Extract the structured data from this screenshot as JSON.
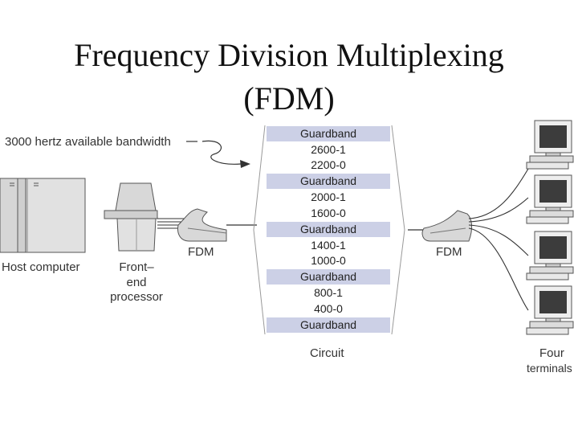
{
  "title_line1": "Frequency Division Multiplexing",
  "title_line2": "(FDM)",
  "labels": {
    "bandwidth": "3000 hertz available bandwidth",
    "host": "Host computer",
    "fep1": "Front–",
    "fep2": "end",
    "fep3": "processor",
    "fdm_left": "FDM",
    "fdm_right": "FDM",
    "circuit": "Circuit",
    "terminals1": "Four",
    "terminals2": "terminals"
  },
  "bands": [
    "Guardband",
    "2600-1",
    "2200-0",
    "Guardband",
    "2000-1",
    "1600-0",
    "Guardband",
    "1400-1",
    "1000-0",
    "Guardband",
    "800-1",
    "400-0",
    "Guardband"
  ],
  "colors": {
    "guardband": "#ccd0e6"
  }
}
